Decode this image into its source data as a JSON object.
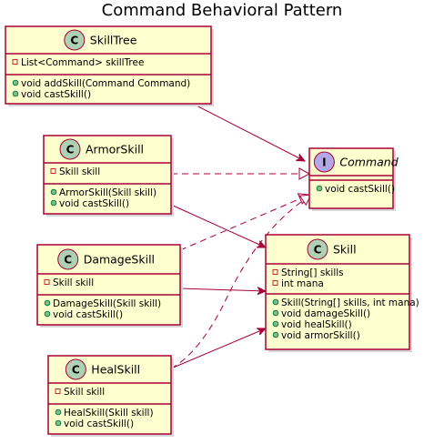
{
  "title": "Command Behavioral Pattern",
  "colors": {
    "box_fill": "#FEFECE",
    "box_border": "#A80036",
    "class_badge": "#ADD1B2",
    "interface_badge": "#B4A7E5",
    "arrow": "#A80036"
  },
  "classes": {
    "skilltree": {
      "name": "SkillTree",
      "badge": "C",
      "fields": [
        "List<Command> skillTree"
      ],
      "methods": [
        "void addSkill(Command Command)",
        "void castSkill()"
      ]
    },
    "armorskill": {
      "name": "ArmorSkill",
      "badge": "C",
      "fields": [
        "Skill skill"
      ],
      "methods": [
        "ArmorSkill(Skill skill)",
        "void castSkill()"
      ]
    },
    "damageskill": {
      "name": "DamageSkill",
      "badge": "C",
      "fields": [
        "Skill skill"
      ],
      "methods": [
        "DamageSkill(Skill skill)",
        "void castSkill()"
      ]
    },
    "healskill": {
      "name": "HealSkill",
      "badge": "C",
      "fields": [
        "Skill skill"
      ],
      "methods": [
        "HealSkill(Skill skill)",
        "void castSkill()"
      ]
    },
    "command": {
      "name": "Command",
      "badge": "I",
      "fields": [],
      "methods": [
        "void castSkill()"
      ]
    },
    "skill": {
      "name": "Skill",
      "badge": "C",
      "fields": [
        "String[] skills",
        "int mana"
      ],
      "methods": [
        "Skill(String[] skills, int mana)",
        "void damageSkill()",
        "void healSkill()",
        "void armorSkill()"
      ]
    }
  }
}
